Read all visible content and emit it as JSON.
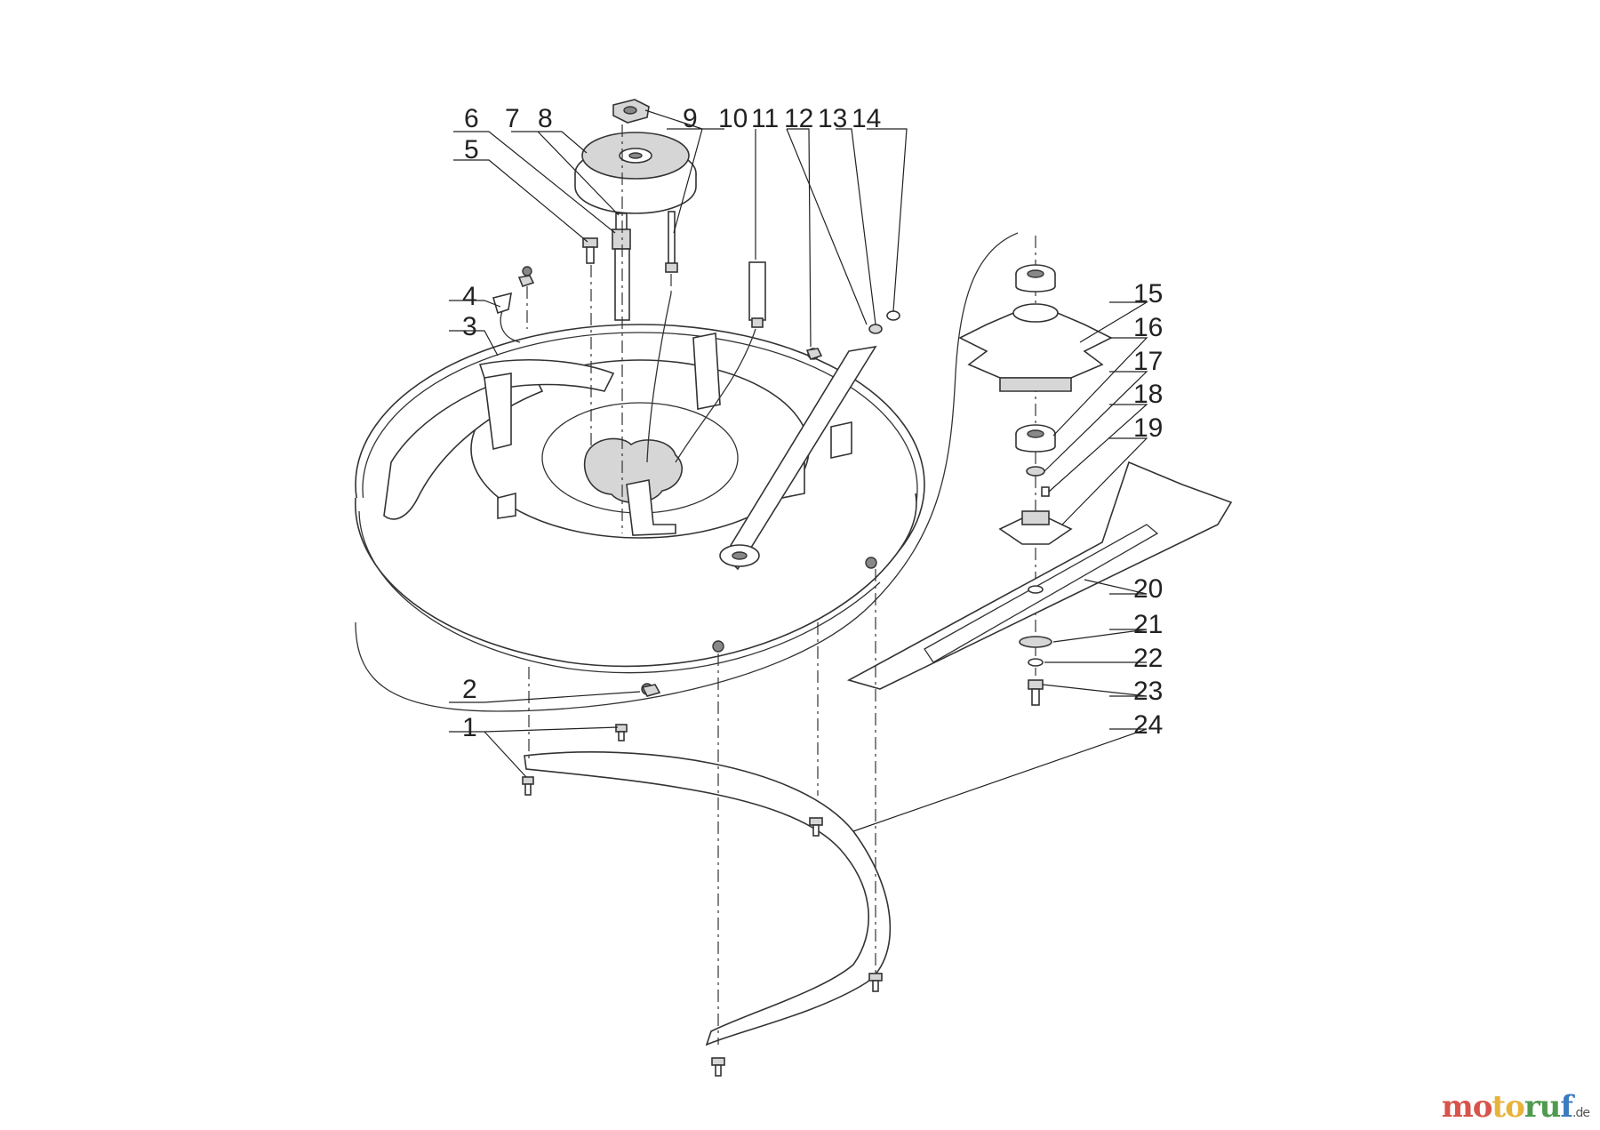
{
  "callouts": [
    "1",
    "2",
    "3",
    "4",
    "5",
    "6",
    "7",
    "8",
    "9",
    "10",
    "11",
    "12",
    "13",
    "14",
    "15",
    "16",
    "17",
    "18",
    "19",
    "20",
    "21",
    "22",
    "23",
    "24"
  ],
  "brand": {
    "part1": "mo",
    "part2": "to",
    "part3": "ru",
    "part4": "f",
    "tld": ".de"
  },
  "colors": {
    "line": "#333333",
    "background": "#ffffff"
  }
}
